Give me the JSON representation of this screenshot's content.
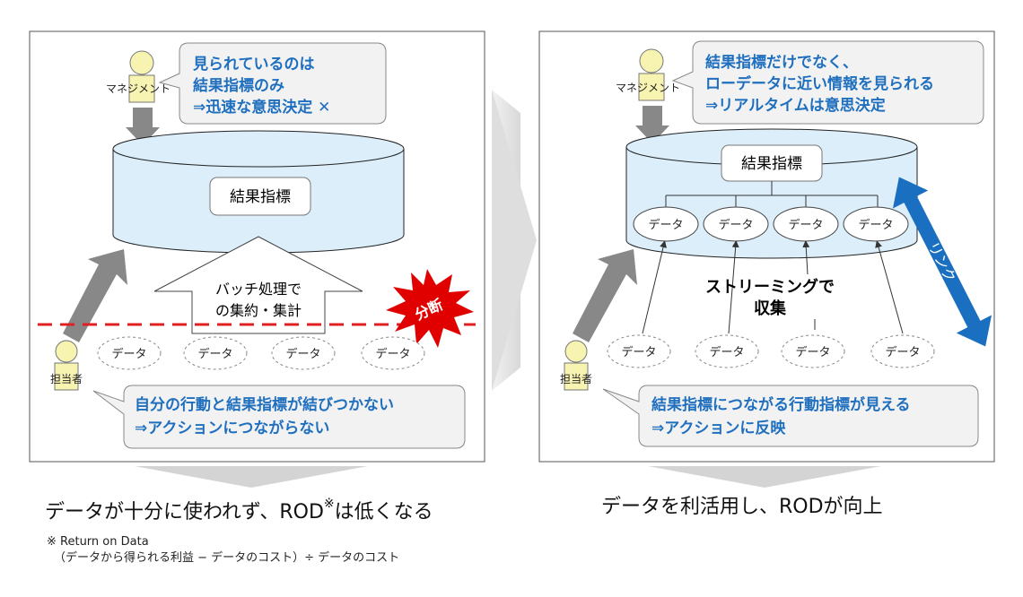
{
  "left": {
    "management_label": "マネジメント",
    "bubble_lines": [
      "見られているのは",
      "結果指標のみ",
      "⇒迅速な意思決定 ✕"
    ],
    "result_box": "結果指標",
    "batch_lines": [
      "バッチ処理で",
      "の集約・集計"
    ],
    "burst_label": "分断",
    "data_items": [
      "データ",
      "データ",
      "データ",
      "データ"
    ],
    "staff_label": "担当者",
    "bottom_bubble_lines": [
      "自分の行動と結果指標が結びつかない",
      "⇒アクションにつながらない"
    ]
  },
  "right": {
    "management_label": "マネジメント",
    "bubble_lines": [
      "結果指標だけでなく、",
      "ローデータに近い情報を見られる",
      "⇒リアルタイムは意思決定"
    ],
    "result_box": "結果指標",
    "inner_data": [
      "データ",
      "データ",
      "データ",
      "データ"
    ],
    "streaming_lines": [
      "ストリーミングで",
      "収集"
    ],
    "link_label": "リンク",
    "data_items": [
      "データ",
      "データ",
      "データ",
      "データ"
    ],
    "staff_label": "担当者",
    "bottom_bubble_lines": [
      "結果指標につながる行動指標が見える",
      "⇒アクションに反映"
    ]
  },
  "captions": {
    "left_main": "データが十分に使われず、ROD",
    "left_mark": "※",
    "left_tail": "は低くなる",
    "right_main": "データを利活用し、RODが向上"
  },
  "footnote": {
    "line1": "※ Return on Data",
    "line2": "（データから得られる利益 − データのコスト）÷ データのコスト"
  },
  "colors": {
    "bubble_text": "#1f6fbf",
    "cylinder_fill": "#dbeef9",
    "dashed_line": "#e02020",
    "burst": "#e00000",
    "link_arrow": "#1a6fc0",
    "gray_arrow": "#888888",
    "person_fill": "#f7f3b0"
  }
}
